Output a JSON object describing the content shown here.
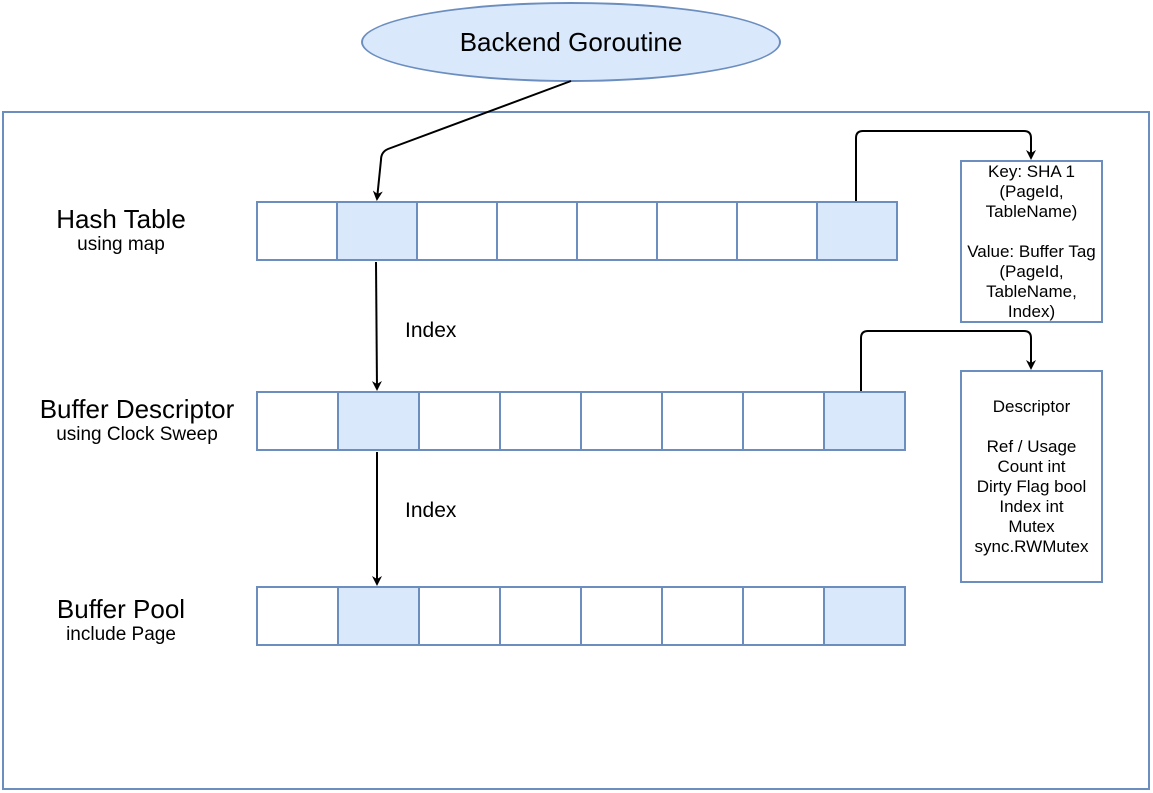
{
  "top_node": {
    "label": "Backend Goroutine"
  },
  "rows": [
    {
      "title": "Hash Table",
      "subtitle": "using map",
      "cells": 8,
      "highlighted": [
        1,
        7
      ]
    },
    {
      "title": "Buffer Descriptor",
      "subtitle": "using Clock Sweep",
      "cells": 8,
      "highlighted": [
        1,
        7
      ]
    },
    {
      "title": "Buffer Pool",
      "subtitle": "include Page",
      "cells": 8,
      "highlighted": [
        1,
        7
      ]
    }
  ],
  "edge_labels": [
    "Index",
    "Index"
  ],
  "key_note": {
    "lines": [
      "Key: SHA 1",
      "(PageId,",
      "TableName)",
      "",
      "Value: Buffer Tag",
      "(PageId,",
      "TableName,",
      "Index)"
    ]
  },
  "descriptor_note": {
    "lines": [
      "Descriptor",
      "",
      "Ref / Usage",
      "Count int",
      "Dirty Flag bool",
      "Index int",
      "Mutex",
      "sync.RWMutex"
    ]
  },
  "colors": {
    "stroke": "#6c8ebf",
    "fill": "#dae8fc",
    "arrow": "#000000"
  }
}
